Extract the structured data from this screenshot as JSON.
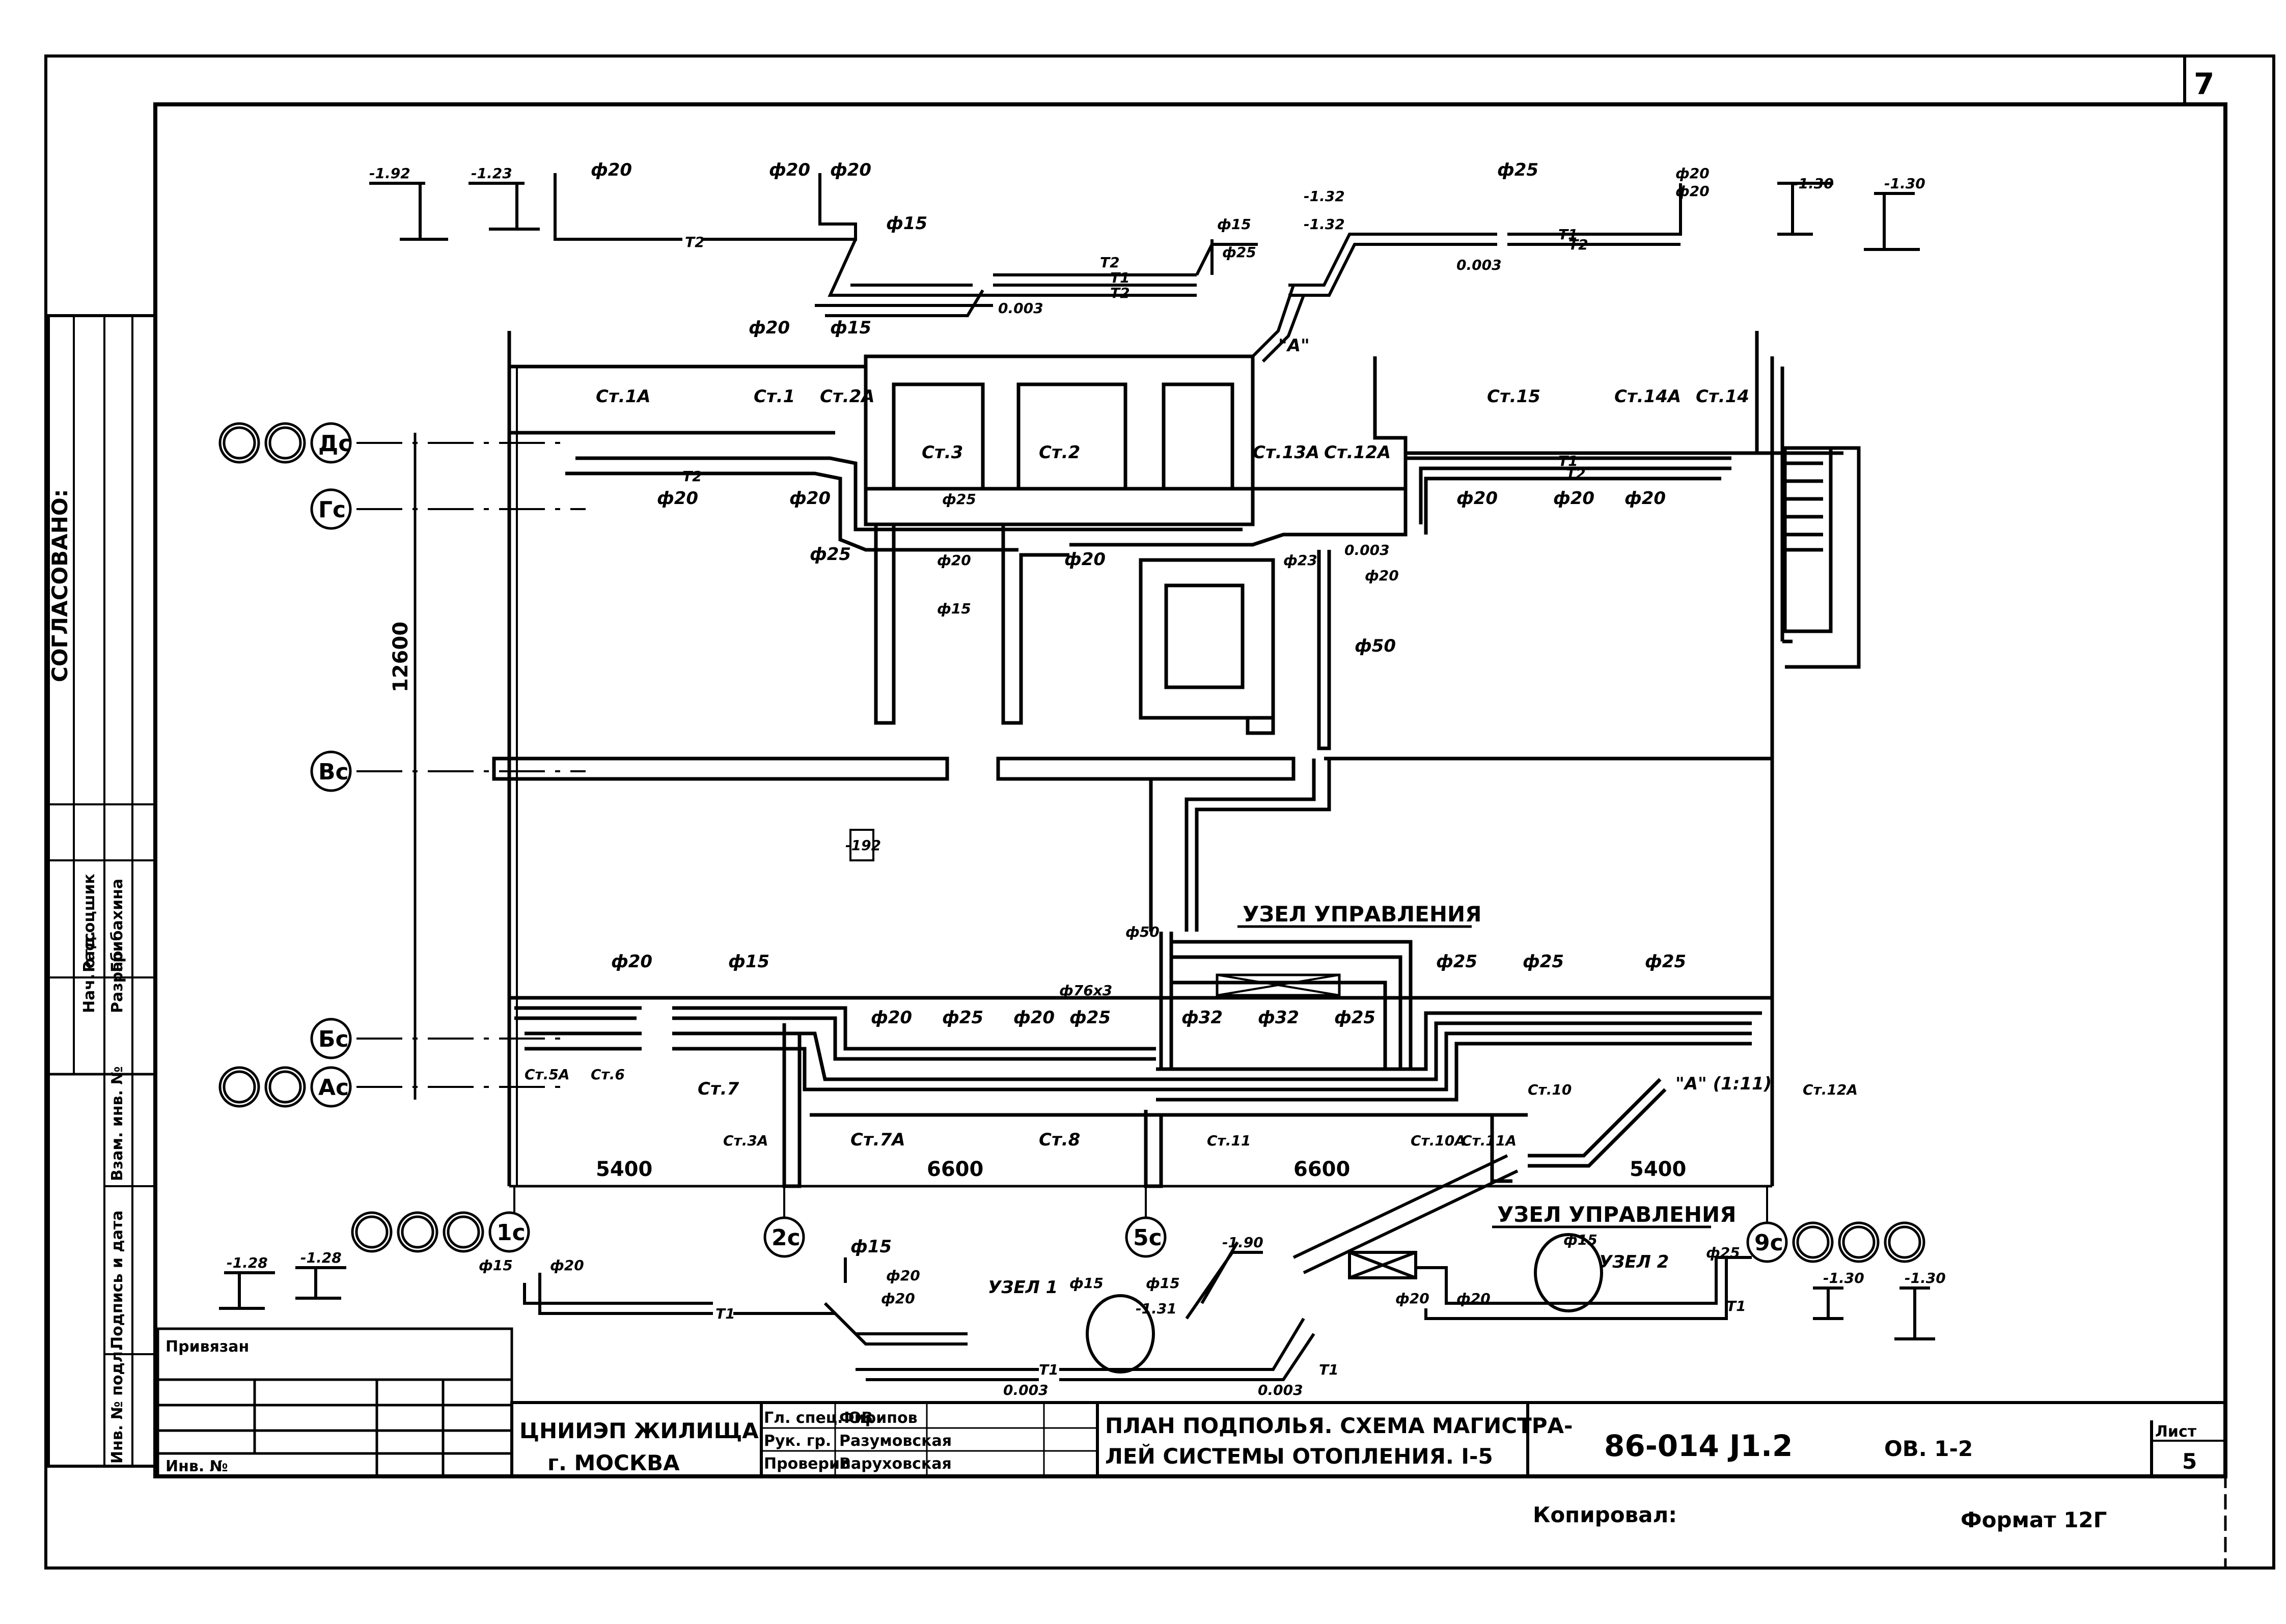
{
  "sheet": {
    "sheet_corner_number": "7",
    "title_line_1": "ПЛАН ПОДПОЛЬЯ. СХЕМА МАГИСТРА-",
    "title_line_2": "ЛЕЙ СИСТЕМЫ ОТОПЛЕНИЯ. I-5",
    "organization_line_1": "ЦНИИЭП ЖИЛИЩА",
    "organization_line_2": "г. МОСКВА",
    "document_code": "86-014 J1.2",
    "section_code": "ОВ. 1-2",
    "sheet_label": "Лист",
    "sheet_number": "5",
    "copied_label": "Копировал:",
    "format_label": "Формат 12Г",
    "bound_label": "Привязан",
    "inv_no_label": "Инв. №",
    "signatures": [
      {
        "role": "Гл. спец. ОВ",
        "name": "Фирипов"
      },
      {
        "role": "Рук. гр.",
        "name": "Разумовская"
      },
      {
        "role": "Проверил",
        "name": "Варуховская"
      }
    ]
  },
  "side_stamp": {
    "agreed_label": "СОГЛАСОВАНО:",
    "rows": [
      {
        "role": "Нач. отд.",
        "name": "Рассоцшик"
      },
      {
        "role": "Разраб.",
        "name": "Грибахина"
      }
    ],
    "inv_columns": [
      "Взам. инв. №",
      "Подпись и дата",
      "Инв. № подл."
    ]
  },
  "axes": {
    "rows": [
      "Дс",
      "Гс",
      "Вс",
      "Бс",
      "Ас"
    ],
    "columns": [
      "1с",
      "2с",
      "5с",
      "9с"
    ]
  },
  "dimensions": {
    "vertical_total": "12600",
    "horizontal": [
      "5400",
      "6600",
      "6600",
      "5400"
    ]
  },
  "room_mark": "-192",
  "control_unit_label": "УЗЕЛ УПРАВЛЕНИЯ",
  "control_unit_1": "УЗЕЛ 1",
  "control_unit_2": "УЗЕЛ 2",
  "view_mark": "\"А\"",
  "view_mark_note": "\"А\" (1:11)",
  "risers_top": [
    "Ст.1А",
    "Ст.1",
    "Ст.2А",
    "Ст.3",
    "Ст.2",
    "Ст.13А",
    "Ст.12А",
    "Ст.15",
    "Ст.14А",
    "Ст.14"
  ],
  "risers_bottom": [
    "Ст.5А",
    "Ст.6",
    "Ст.7",
    "Ст.3А",
    "Ст.7А",
    "Ст.8",
    "Ст.11",
    "Ст.10А",
    "Ст.11А",
    "Ст.10",
    "Ст.12А"
  ],
  "pipe_labels": {
    "top_plan": [
      "ф20",
      "ф20",
      "ф25",
      "ф25",
      "ф20",
      "ф15",
      "ф20",
      "ф23",
      "ф20",
      "ф50",
      "ф20",
      "ф20",
      "ф20"
    ],
    "bottom_plan": [
      "ф20",
      "ф15",
      "ф20",
      "ф25",
      "ф20",
      "ф25",
      "ф76х3",
      "ф32",
      "ф32",
      "ф25",
      "ф25",
      "ф25",
      "ф25",
      "ф50"
    ],
    "top_schema": [
      "ф20",
      "ф20",
      "ф20",
      "ф15",
      "ф20",
      "ф15",
      "ф15",
      "ф25",
      "ф25",
      "ф20",
      "ф20"
    ],
    "bottom_schema": [
      "ф15",
      "ф20",
      "ф15",
      "ф20",
      "ф20",
      "ф15",
      "ф15",
      "ф20",
      "ф20",
      "ф15",
      "ф25"
    ]
  },
  "line_codes": [
    "Т1",
    "Т2"
  ],
  "slopes": [
    "0.003",
    "0.003",
    "0.003",
    "0.003",
    "0.003"
  ],
  "elevations_top": [
    "-1.92",
    "-1.23",
    "-1.32",
    "-1.32",
    "-1.30",
    "-1.30"
  ],
  "elevations_bottom": [
    "-1.28",
    "-1.28",
    "-1.90",
    "-1.31",
    "-1.30",
    "-1.30"
  ]
}
